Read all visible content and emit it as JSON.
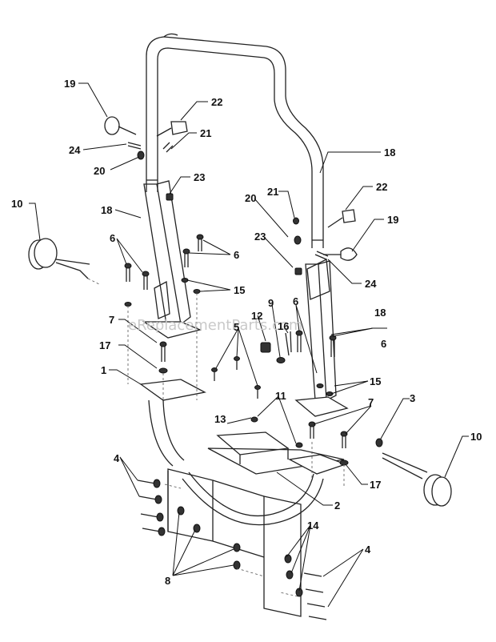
{
  "watermark": "eReplacementParts.com",
  "callouts": {
    "c19_left": "19",
    "c22_left": "22",
    "c21_left": "21",
    "c24_left": "24",
    "c20_left": "20",
    "c23_left": "23",
    "c18_left": "18",
    "c10_left": "10",
    "c6_left": "6",
    "c6_midleft": "6",
    "c15_left": "15",
    "c7_left": "7",
    "c5": "5",
    "c17_left": "17",
    "c1": "1",
    "c13": "13",
    "c4_left": "4",
    "c8": "8",
    "c18_right_top": "18",
    "c22_right": "22",
    "c21_right": "21",
    "c20_right": "20",
    "c19_right": "19",
    "c23_right": "23",
    "c24_right": "24",
    "c12": "12",
    "c9": "9",
    "c16": "16",
    "c6_mid": "6",
    "c18_right_bottom": "18",
    "c6_right": "6",
    "c15_right": "15",
    "c11": "11",
    "c7_right": "7",
    "c3": "3",
    "c10_right": "10",
    "c17_right": "17",
    "c2": "2",
    "c14": "14",
    "c4_right": "4"
  }
}
